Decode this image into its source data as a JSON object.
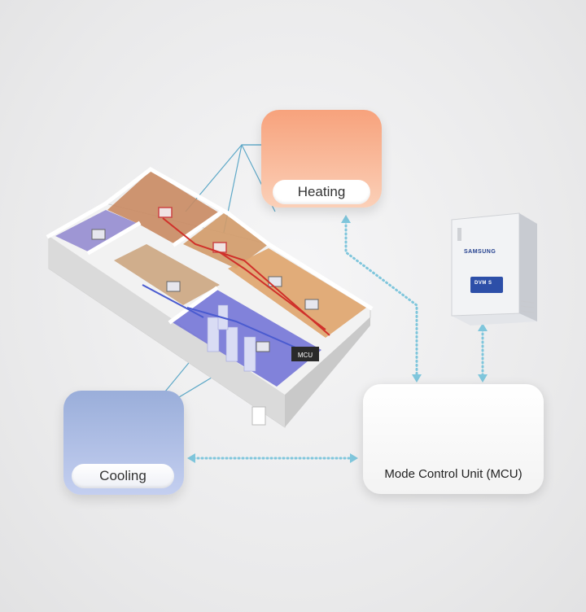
{
  "heating": {
    "label": "Heating"
  },
  "cooling": {
    "label": "Cooling"
  },
  "mcu": {
    "label": "Mode Control Unit (MCU)",
    "unit_tag": "MCU"
  },
  "outdoor_unit": {
    "brand": "SAMSUNG",
    "model_badge": "DVM S"
  },
  "colors": {
    "heating": "#f7a27c",
    "cooling": "#9aaeda",
    "connector": "#7fc6dc",
    "hot_pipe": "#d0302a",
    "cold_pipe": "#4a5bd0"
  }
}
